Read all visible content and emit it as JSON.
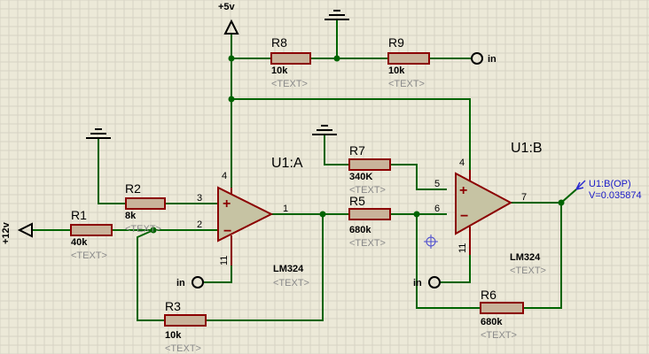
{
  "supplies": {
    "plus5": "+5v",
    "plus12": "+12v"
  },
  "terminals": {
    "in1": "in",
    "in2": "in",
    "in3": "in"
  },
  "resistors": {
    "r1": {
      "name": "R1",
      "value": "40k",
      "text": "<TEXT>"
    },
    "r2": {
      "name": "R2",
      "value": "8k",
      "text": "<TEXT>"
    },
    "r3": {
      "name": "R3",
      "value": "10k",
      "text": "<TEXT>"
    },
    "r5": {
      "name": "R5",
      "value": "680k",
      "text": "<TEXT>"
    },
    "r6": {
      "name": "R6",
      "value": "680k",
      "text": "<TEXT>"
    },
    "r7": {
      "name": "R7",
      "value": "340K",
      "text": "<TEXT>"
    },
    "r8": {
      "name": "R8",
      "value": "10k",
      "text": "<TEXT>"
    },
    "r9": {
      "name": "R9",
      "value": "10k",
      "text": "<TEXT>"
    }
  },
  "opamps": {
    "a": {
      "name": "U1:A",
      "part": "LM324",
      "text": "<TEXT>",
      "pin_plus": "3",
      "pin_minus": "2",
      "pin_out": "1",
      "pin_vcc": "4",
      "pin_gnd": "11"
    },
    "b": {
      "name": "U1:B",
      "part": "LM324",
      "text": "<TEXT>",
      "pin_plus": "5",
      "pin_minus": "6",
      "pin_out": "7",
      "pin_vcc": "4",
      "pin_gnd": "11"
    }
  },
  "probe": {
    "name": "U1:B(OP)",
    "reading": "V=0.035874"
  },
  "colors": {
    "wire": "#006400",
    "component": "#8b0000",
    "opamp_fill": "#c6c3a3",
    "resistor_fill": "#c9b39a",
    "background": "#ece9d8",
    "probe": "#1a1ac8"
  }
}
